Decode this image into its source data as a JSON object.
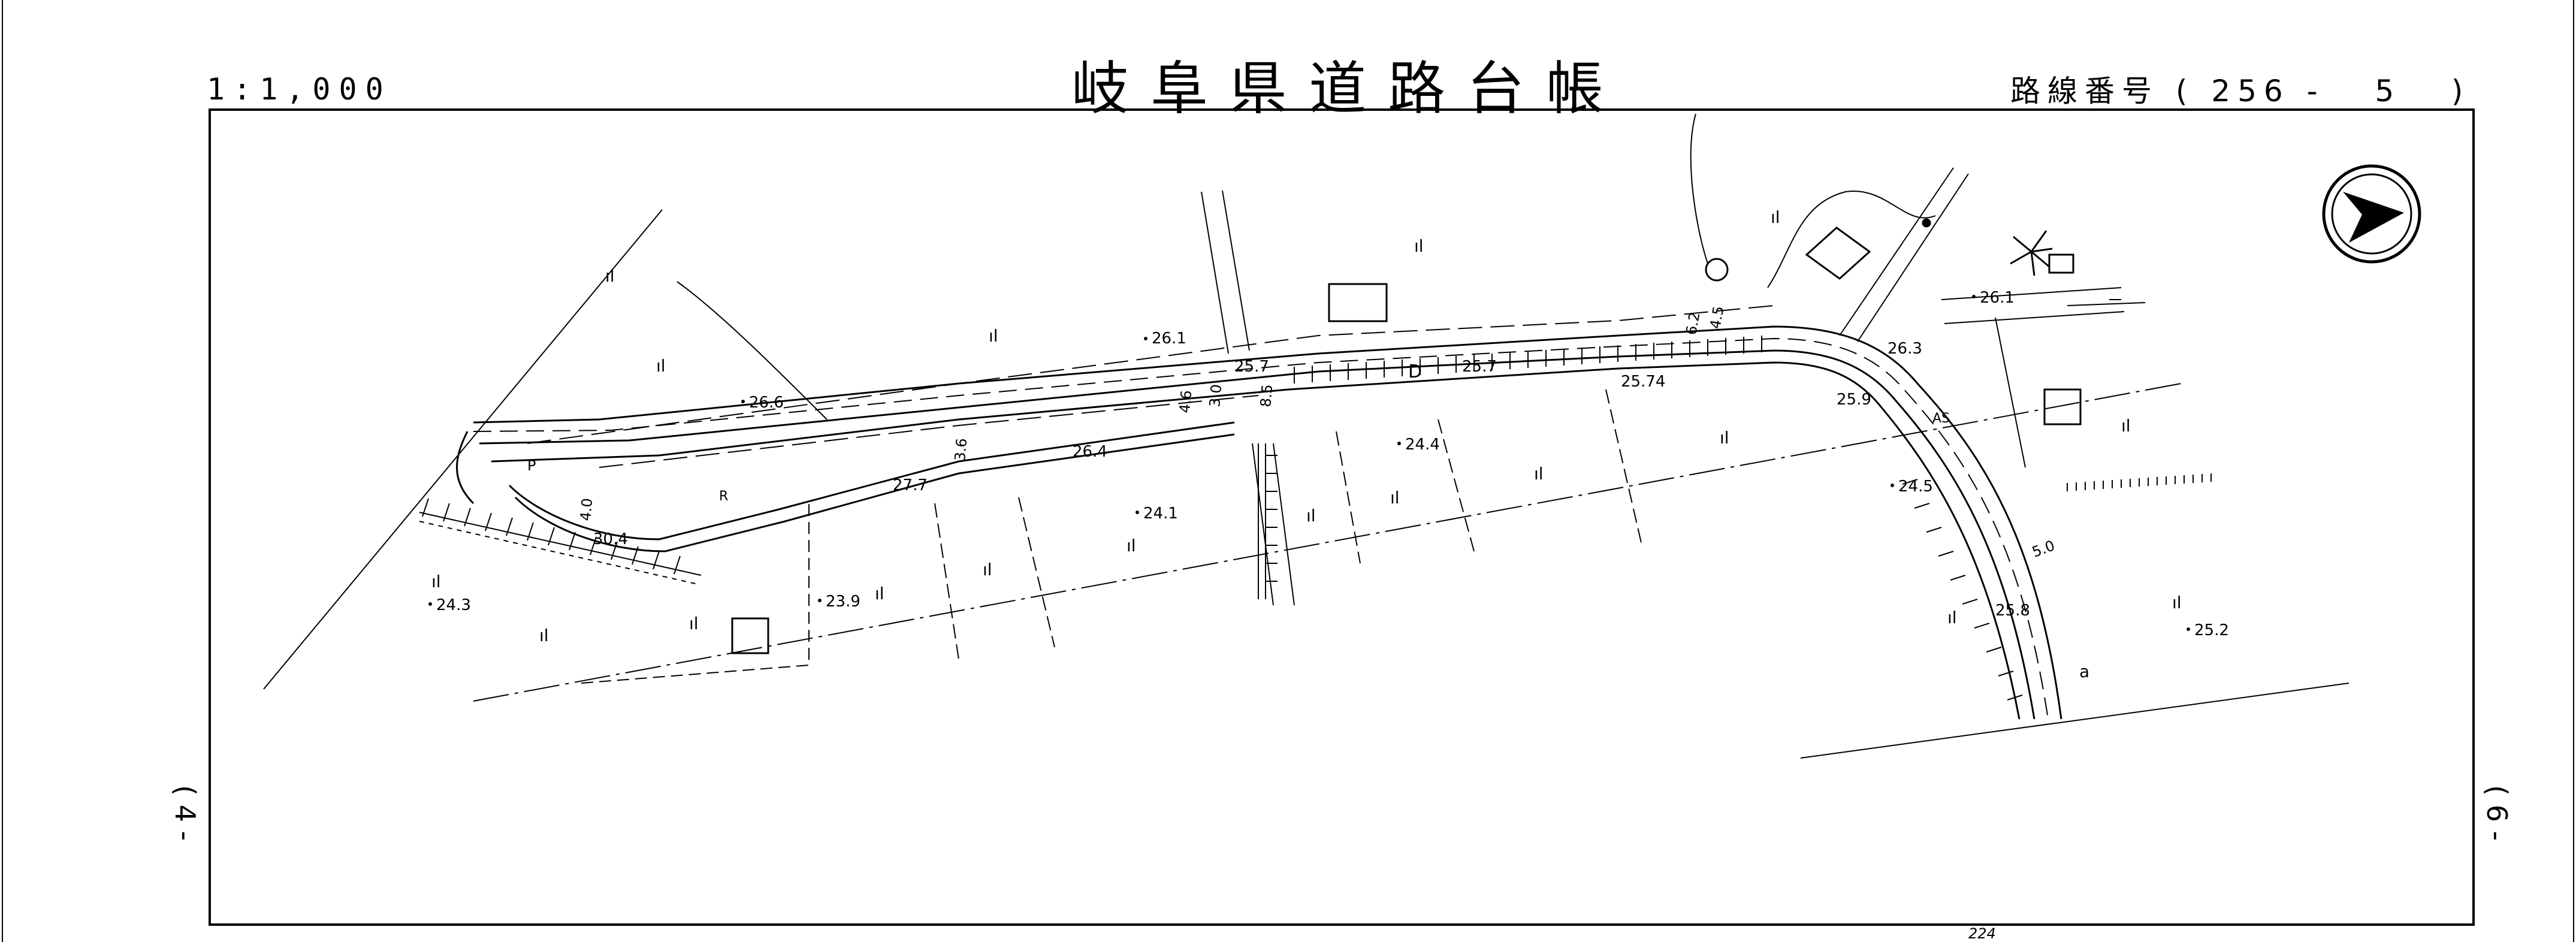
{
  "header": {
    "title": "岐阜県道路台帳",
    "scale": "1:1,000",
    "route_label": "路線番号",
    "route_number": "( 256 -   5   )"
  },
  "sheet_refs": {
    "left": "( 4 -",
    "right": "( 6 -"
  },
  "labels": {
    "sp_26_1_a": "26.1",
    "sp_26_6": "26.6",
    "sp_25_7_a": "25.7",
    "sp_25_7_b": "25.7",
    "sp_25_74": "25.74",
    "sp_26_4": "26.4",
    "sp_27_7": "27.7",
    "sp_30_4": "30.4",
    "sp_24_4": "24.4",
    "sp_24_1": "24.1",
    "sp_23_9": "23.9",
    "sp_24_3": "24.3",
    "sp_26_1_b": "26.1",
    "sp_26_3": "26.3",
    "sp_25_9": "25.9",
    "sp_24_5": "24.5",
    "sp_25_8": "25.8",
    "sp_25_2": "25.2",
    "w_4_6": "4.6",
    "w_4_0": "4.0",
    "w_3_6": "3.6",
    "w_6_2": "6.2",
    "w_4_5": "4.5",
    "w_5_0": "5.0",
    "w_8_5": "8.5",
    "w_3_0": "3.0",
    "m_D": "D",
    "m_R": "R",
    "m_P": "P",
    "m_a": "a",
    "m_AS": "AS",
    "bottom_224": "224"
  },
  "colors": {
    "ink": "#000000",
    "paper": "#ffffff"
  }
}
